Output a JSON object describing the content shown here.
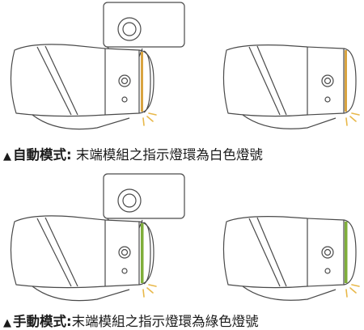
{
  "auto_section": {
    "marker": "▲",
    "mode_label": "自動模式:",
    "description": " 末端模組之指示燈環為白色燈號",
    "ring_color": "#d9a441"
  },
  "manual_section": {
    "marker": "▲",
    "mode_label": "手動模式:",
    "description": "末端模組之指示燈環為綠色燈號",
    "ring_color": "#7fae3a"
  },
  "colors": {
    "outline": "#4a4a4a",
    "auto_ring": "#d9a441",
    "manual_ring": "#7fae3a",
    "glow": "#e8b84a"
  }
}
